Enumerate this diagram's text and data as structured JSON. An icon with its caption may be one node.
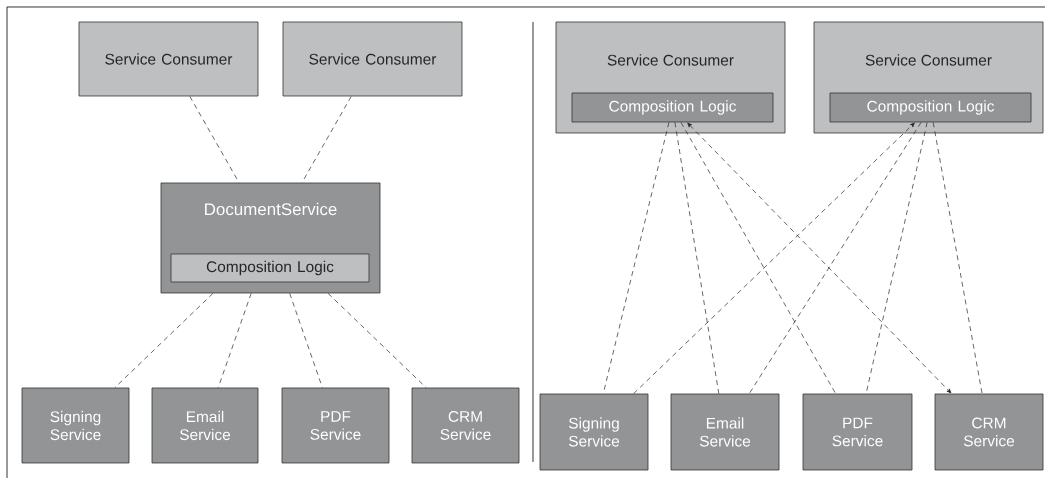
{
  "diagram": {
    "nodes": [
      {
        "text": [
          "Service Consumer"
        ]
      },
      {
        "text": [
          "Service Consumer"
        ]
      },
      {
        "text": [
          "DocumentService"
        ]
      },
      {
        "text": [
          "Composition Logic"
        ],
        "in": 2
      },
      {
        "text": [
          "Signing Service"
        ]
      },
      {
        "text": [
          "Email Service"
        ]
      },
      {
        "text": [
          "PDF Service"
        ]
      },
      {
        "text": [
          "CRM Service"
        ]
      },
      {
        "text": [
          "Service Consumer"
        ]
      },
      {
        "text": [
          "Composition Logic"
        ],
        "in": 8
      },
      {
        "text": [
          "Service Consumer"
        ]
      },
      {
        "text": [
          "Composition Logic"
        ],
        "in": 10
      },
      {
        "text": [
          "Signing Service"
        ]
      },
      {
        "text": [
          "Email Service"
        ]
      },
      {
        "text": [
          "PDF Service"
        ]
      },
      {
        "text": [
          "CRM Service"
        ]
      }
    ],
    "edges": [
      {
        "from": 0,
        "to": 2,
        "arrow": "none",
        "style": "dashed"
      },
      {
        "from": 1,
        "to": 2,
        "arrow": "none",
        "style": "dashed"
      },
      {
        "from": 2,
        "to": 4,
        "arrow": "none",
        "style": "dashed"
      },
      {
        "from": 2,
        "to": 5,
        "arrow": "none",
        "style": "dashed"
      },
      {
        "from": 2,
        "to": 6,
        "arrow": "none",
        "style": "dashed"
      },
      {
        "from": 2,
        "to": 7,
        "arrow": "none",
        "style": "dashed"
      },
      {
        "from": 9,
        "to": 12,
        "arrow": "none",
        "style": "dashed"
      },
      {
        "from": 9,
        "to": 13,
        "arrow": "none",
        "style": "dashed"
      },
      {
        "from": 9,
        "to": 14,
        "arrow": "none",
        "style": "dashed"
      },
      {
        "from": 9,
        "to": 15,
        "arrow": "both",
        "style": "dashed"
      },
      {
        "from": 12,
        "to": 11,
        "arrow": "to",
        "style": "dashed"
      },
      {
        "from": 11,
        "to": 13,
        "arrow": "none",
        "style": "dashed"
      },
      {
        "from": 11,
        "to": 14,
        "arrow": "none",
        "style": "dashed"
      },
      {
        "from": 11,
        "to": 15,
        "arrow": "none",
        "style": "dashed"
      }
    ]
  }
}
